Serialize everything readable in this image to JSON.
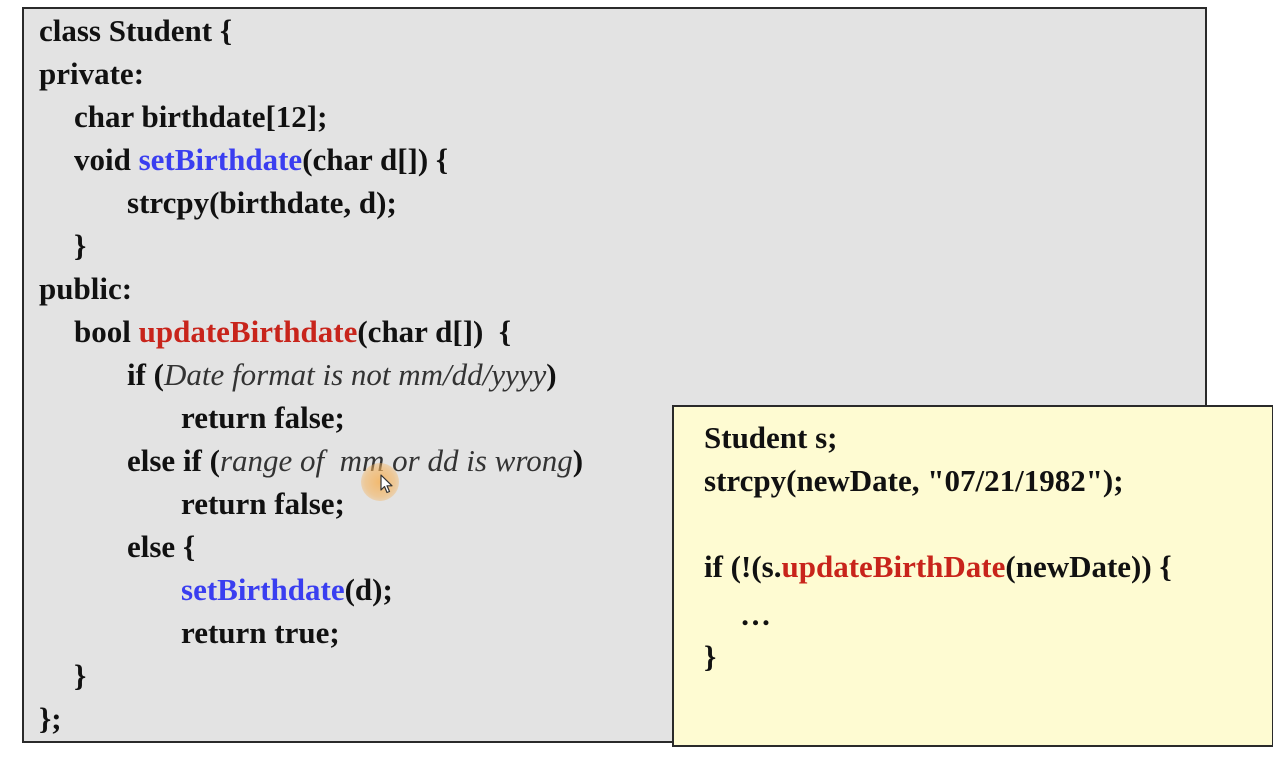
{
  "class_code": {
    "l1": "class Student {",
    "l2": "private:",
    "l3": "char birthdate[12];",
    "l4": {
      "pre": "void ",
      "fn": "setBirthdate",
      "post": "(char d[]) {"
    },
    "l5": "strcpy(birthdate, d);",
    "l6": "}",
    "l7": "public:",
    "l8": {
      "pre": "bool ",
      "fn": "updateBirthdate",
      "post": "(char d[])  {"
    },
    "l9": {
      "pre": "if (",
      "cond": "Date format is not mm/dd/yyyy",
      "post": ")"
    },
    "l10": "return false;",
    "l11": {
      "pre": "else if (",
      "cond": "range of  mm or dd is wrong",
      "post": ")"
    },
    "l12": "return false;",
    "l13": "else {",
    "l14": {
      "fn": "setBirthdate",
      "post": "(d);"
    },
    "l15": "return true;",
    "l16": "}",
    "l17": "};"
  },
  "usage_code": {
    "l1": "Student s;",
    "l2": "strcpy(newDate, \"07/21/1982\");",
    "l3": {
      "pre": "if (!(s.",
      "fn": "updateBirthDate",
      "post": "(newDate)) {"
    },
    "l4": "…",
    "l5": "}"
  },
  "colors": {
    "private_method": "#3a3ef0",
    "public_method": "#c8241b",
    "panel_bg": "#e3e3e3",
    "note_bg": "#fefbd2"
  },
  "icons": {
    "cursor": "mouse-pointer-icon"
  }
}
